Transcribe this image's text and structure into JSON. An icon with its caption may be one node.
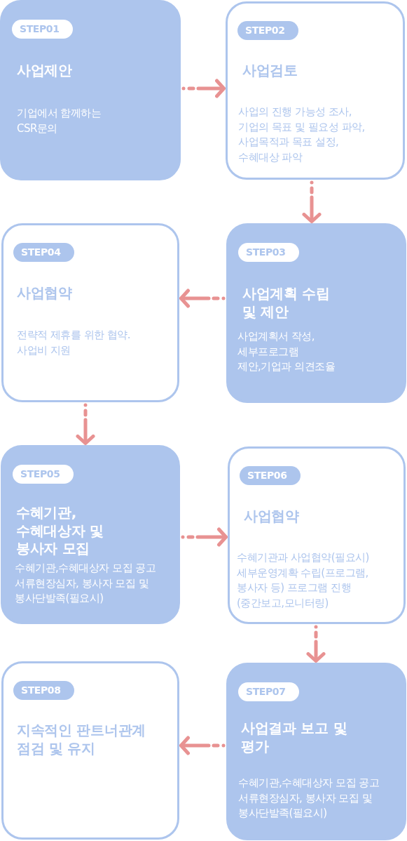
{
  "diagram": {
    "nodes": [
      {
        "text": [
          "STEP01",
          "사업제안",
          "기업에서 함께하는 CSR문의"
        ]
      },
      {
        "text": [
          "STEP02",
          "사업검토",
          "사업의 진행 가능성 조사, 기업의 목표 및 필요성 파악, 사업목적과 목표 설정, 수혜대상 파악"
        ]
      },
      {
        "text": [
          "STEP03",
          "사업계획 수립 및 제안",
          "사업계획서 작성, 세부프로그램 제안,기업과 의견조율"
        ]
      },
      {
        "text": [
          "STEP04",
          "사업협약",
          "전략적 제휴를 위한 협약. 사업비 지원"
        ]
      },
      {
        "text": [
          "STEP05",
          "수혜기관, 수혜대상자 및 봉사자 모집",
          "수혜기관,수혜대상자 모집 공고 서류현장심자, 봉사자 모집 및 봉사단발족(필요시)"
        ]
      },
      {
        "text": [
          "STEP06",
          "사업협약",
          "수혜기관과 사업협약(필요시) 세부운영계확 수립(프로그램, 봉사자 등) 프로그램 진행 (중간보고,모니터링)"
        ]
      },
      {
        "text": [
          "STEP07",
          "사업결과 보고 및 평가",
          "수혜기관,수혜대상자 모집 공고 서류현장심자, 봉사자 모집 및 봉사단발족(필요시)"
        ]
      },
      {
        "text": [
          "STEP08",
          "지속적인 판트너관계 점검 및 유지"
        ]
      }
    ],
    "edges": [
      {
        "from": 0,
        "to": 1,
        "arrow": "to",
        "style": "dashed"
      },
      {
        "from": 1,
        "to": 2,
        "arrow": "to",
        "style": "dashed"
      },
      {
        "from": 2,
        "to": 3,
        "arrow": "to",
        "style": "dashed"
      },
      {
        "from": 3,
        "to": 4,
        "arrow": "to",
        "style": "dashed"
      },
      {
        "from": 4,
        "to": 5,
        "arrow": "to",
        "style": "dashed"
      },
      {
        "from": 5,
        "to": 6,
        "arrow": "to",
        "style": "dashed"
      },
      {
        "from": 6,
        "to": 7,
        "arrow": "to",
        "style": "dashed"
      }
    ]
  }
}
